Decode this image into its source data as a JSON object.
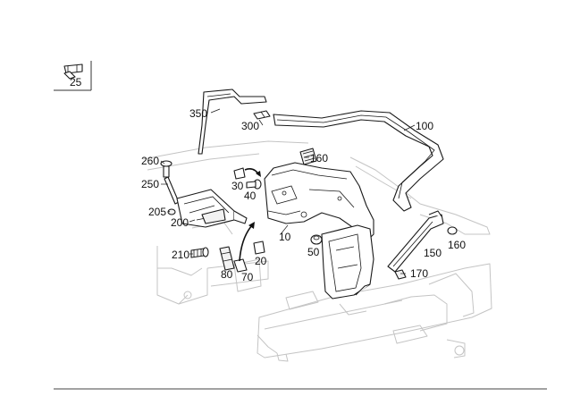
{
  "inset": {
    "label": "25"
  },
  "callouts": {
    "c350": "350",
    "c300": "300",
    "c100": "100",
    "c260": "260",
    "c160a": "160",
    "c250": "250",
    "c30": "30",
    "c40": "40",
    "c205": "205",
    "c200": "200",
    "c10": "10",
    "c160b": "160",
    "c50": "50",
    "c150": "150",
    "c210": "210",
    "c20": "20",
    "c170": "170",
    "c80": "80",
    "c70": "70"
  }
}
